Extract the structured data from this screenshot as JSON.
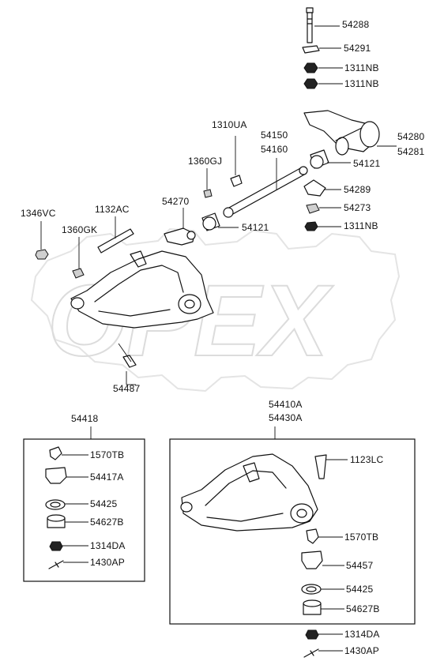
{
  "watermark": {
    "text": "OPEX",
    "color": "#e2e2e2"
  },
  "main_labels": {
    "p54288": "54288",
    "p54291": "54291",
    "p1311NB_a": "1311NB",
    "p1311NB_b": "1311NB",
    "p1310UA": "1310UA",
    "p54150": "54150",
    "p54160": "54160",
    "p54280": "54280",
    "p54281": "54281",
    "p1360GJ": "1360GJ",
    "p54121_a": "54121",
    "p54289": "54289",
    "p54273": "54273",
    "p1311NB_c": "1311NB",
    "p1346VC": "1346VC",
    "p1132AC": "1132AC",
    "p54270": "54270",
    "p1360GK": "1360GK",
    "p54121_b": "54121",
    "p54487": "54487"
  },
  "left_kit": {
    "title": "54418",
    "items": [
      "1570TB",
      "54417A",
      "54425",
      "54627B",
      "1314DA",
      "1430AP"
    ]
  },
  "right_kit": {
    "title_a": "54410A",
    "title_b": "54430A",
    "items": [
      "1123LC",
      "1570TB",
      "54457",
      "54425",
      "54627B"
    ],
    "outside": [
      "1314DA",
      "1430AP"
    ]
  }
}
